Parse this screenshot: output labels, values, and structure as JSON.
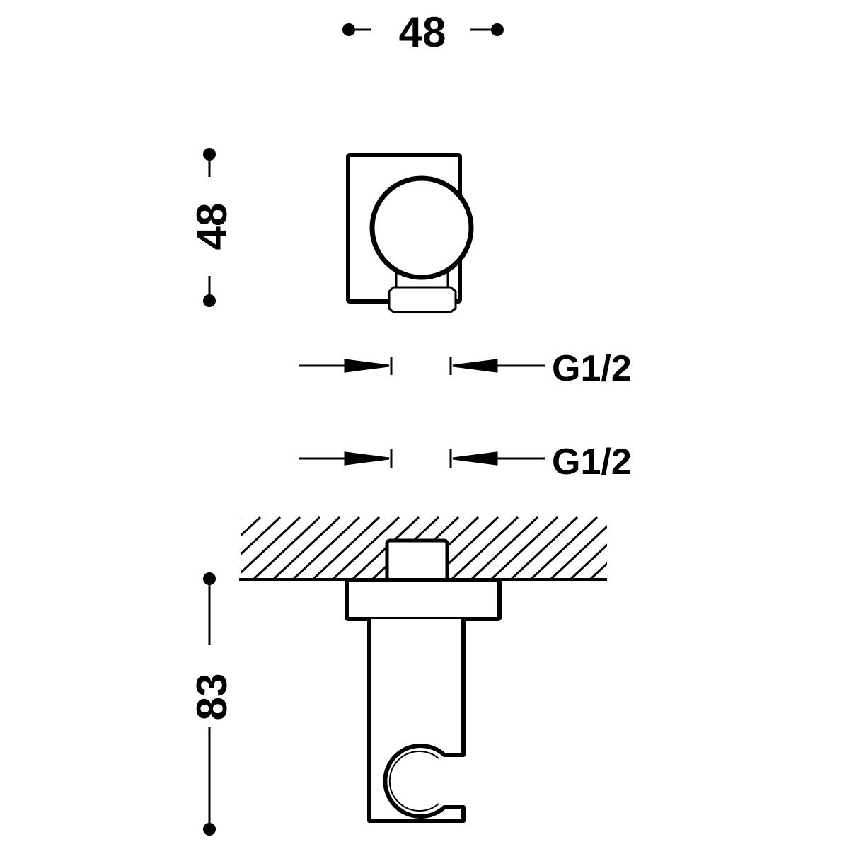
{
  "dimensions": {
    "top_width": "48",
    "top_height": "48",
    "thread_upper": "G1/2",
    "thread_lower": "G1/2",
    "side_height": "83"
  },
  "colors": {
    "line": "#000000",
    "background": "#ffffff"
  }
}
